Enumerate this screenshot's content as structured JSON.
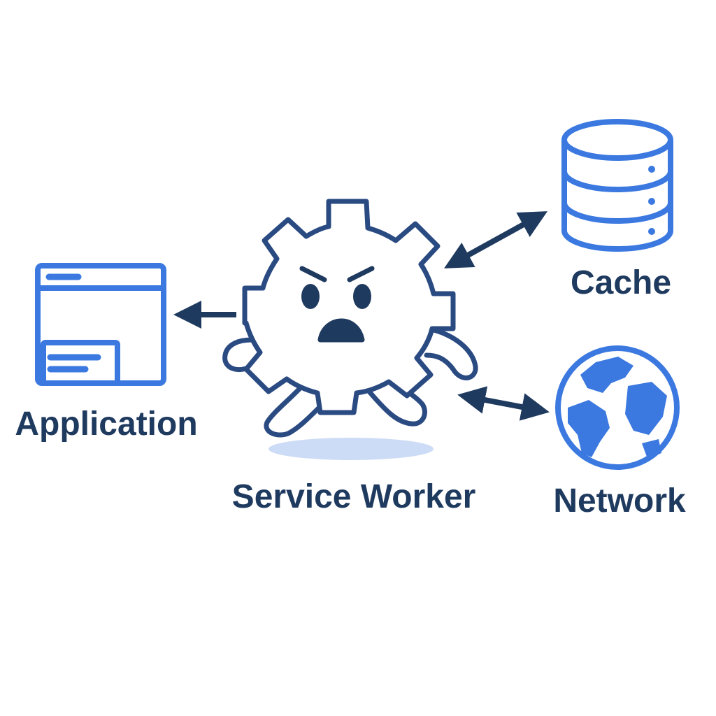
{
  "nodes": {
    "application": {
      "label": "Application",
      "icon": "browser-window-icon"
    },
    "service_worker": {
      "label": "Service Worker",
      "icon": "gear-mascot-icon"
    },
    "cache": {
      "label": "Cache",
      "icon": "database-icon"
    },
    "network": {
      "label": "Network",
      "icon": "globe-icon"
    }
  },
  "edges": [
    {
      "from": "service_worker",
      "to": "application",
      "direction": "one-way"
    },
    {
      "from": "service_worker",
      "to": "cache",
      "direction": "two-way"
    },
    {
      "from": "service_worker",
      "to": "network",
      "direction": "two-way"
    }
  ],
  "colors": {
    "primary_blue": "#3b79e0",
    "dark_navy": "#1f3a5f",
    "shadow": "#cddcf6",
    "background": "#ffffff"
  }
}
